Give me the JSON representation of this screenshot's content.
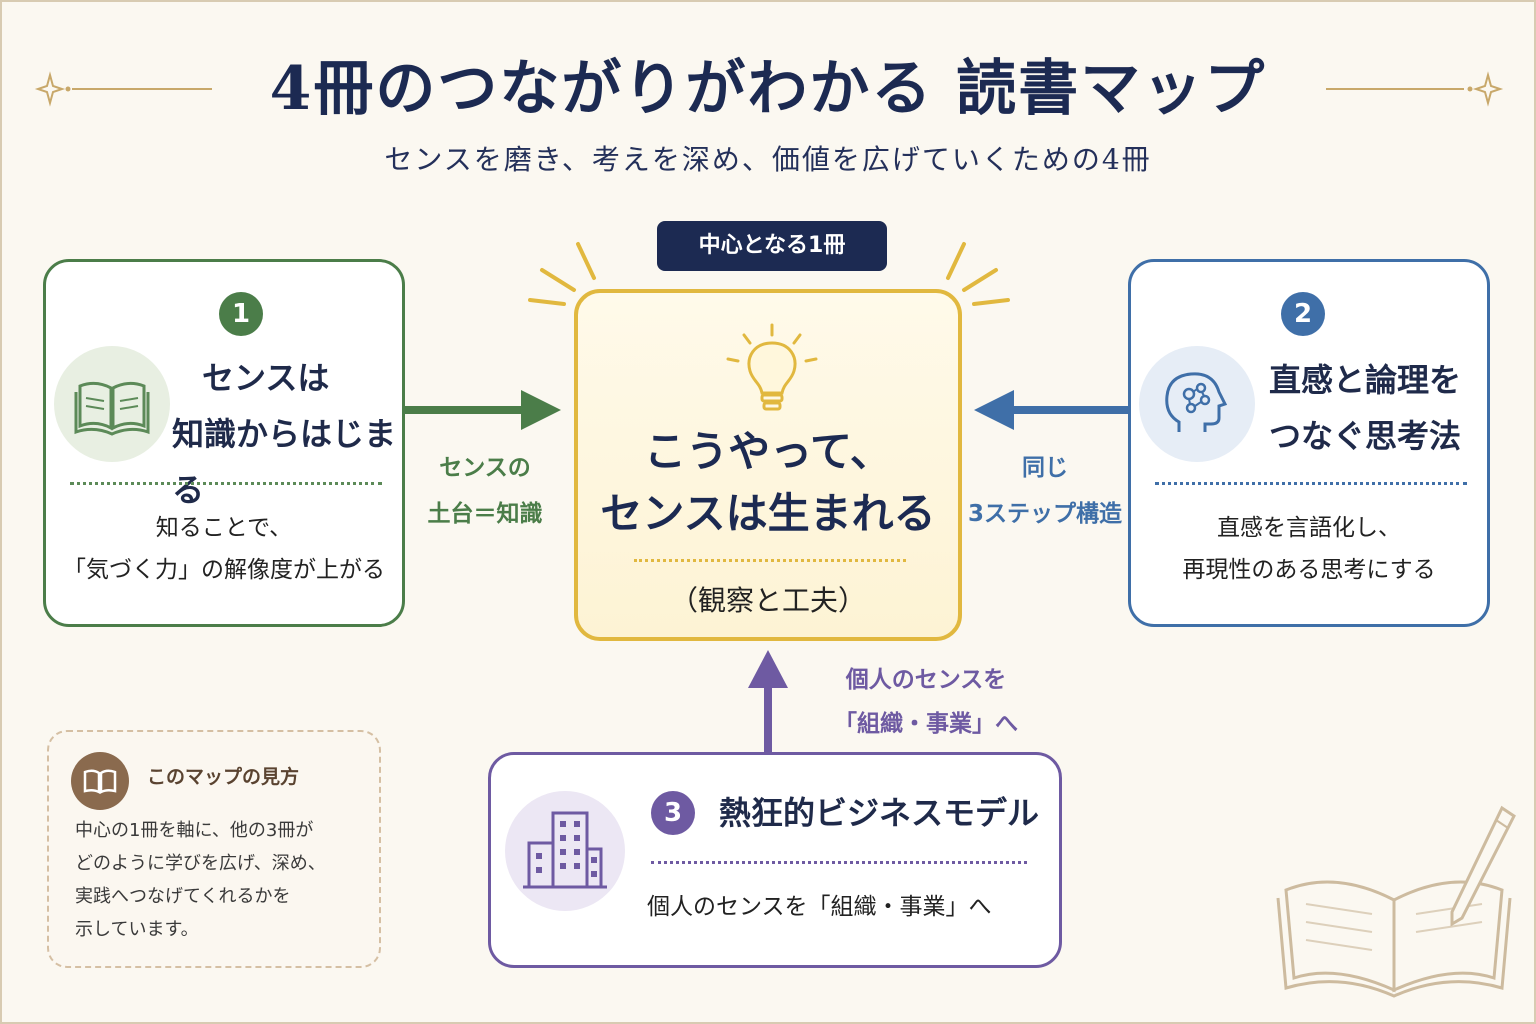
{
  "header": {
    "title": "4冊のつながりがわかる 読書マップ",
    "subtitle": "センスを磨き、考えを深め、価値を広げていくための4冊"
  },
  "center": {
    "badge": "中心となる1冊",
    "title_line1": "こうやって、",
    "title_line2": "センスは生まれる",
    "subtitle": "（観察と工夫）",
    "icon": "lightbulb-icon"
  },
  "book1": {
    "number": "1",
    "title_line1": "センスは",
    "title_line2": "知識からはじまる",
    "desc_line1": "知ることで、",
    "desc_line2": "「気づく力」の解像度が上がる",
    "icon": "open-book-icon",
    "color": "#4b7d49"
  },
  "book2": {
    "number": "2",
    "title_line1": "直感と論理を",
    "title_line2": "つなぐ思考法",
    "desc_line1": "直感を言語化し、",
    "desc_line2": "再現性のある思考にする",
    "icon": "brain-head-icon",
    "color": "#3f6fa8"
  },
  "book3": {
    "number": "3",
    "title": "熱狂的ビジネスモデル",
    "desc": "個人のセンスを「組織・事業」へ",
    "icon": "building-icon",
    "color": "#6e5aa2"
  },
  "arrows": {
    "left_label_line1": "センスの",
    "left_label_line2": "土台＝知識",
    "right_label_line1": "同じ",
    "right_label_line2": "3ステップ構造",
    "bottom_label_line1": "個人のセンスを",
    "bottom_label_line2": "「組織・事業」へ"
  },
  "howto": {
    "title": "このマップの見方",
    "line1": "中心の1冊を軸に、他の3冊が",
    "line2": "どのように学びを広げ、深め、",
    "line3": "実践へつなげてくれるかを",
    "line4": "示しています。",
    "icon": "book-icon"
  }
}
